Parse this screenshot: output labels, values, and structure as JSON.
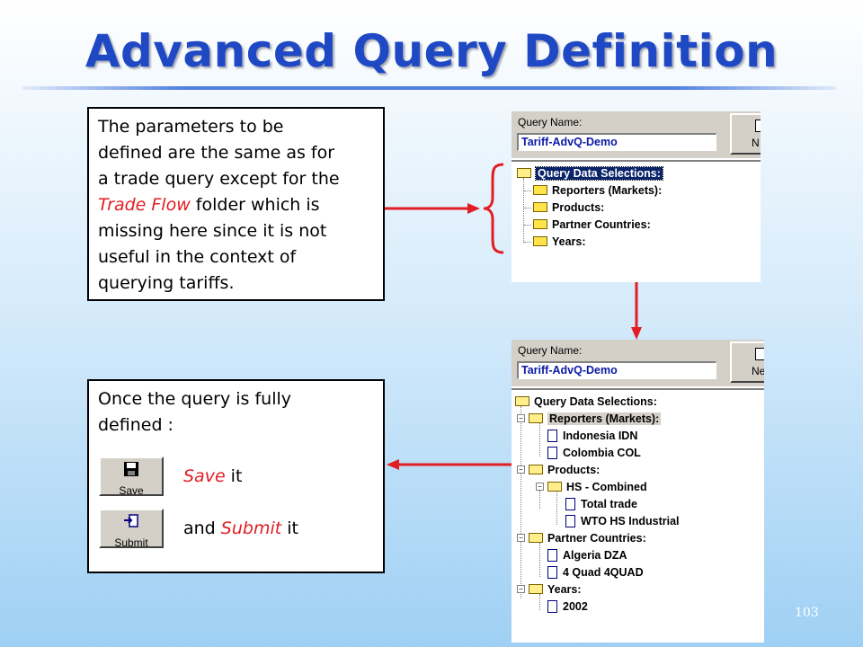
{
  "slide": {
    "title": "Advanced Query Definition",
    "page_number": "103"
  },
  "box1": {
    "line1": "The parameters to be",
    "line2": "defined are the same as for",
    "line3": "a trade query except for the",
    "line4_emph": "Trade Flow",
    "line4_rest": " folder which is",
    "line5": "missing here since it is not",
    "line6": "useful in the context of",
    "line7": "querying tariffs."
  },
  "box2": {
    "line1": "Once the query is fully",
    "line2": "defined :",
    "save_emph": "Save",
    "save_rest": " it",
    "submit_prefix": "and ",
    "submit_emph": "Submit",
    "submit_rest": " it",
    "save_button_label": "Save",
    "submit_button_label": "Submit"
  },
  "panel_top": {
    "query_name_label": "Query Name:",
    "query_name_value": "Tariff-AdvQ-Demo",
    "new_button_label": "N",
    "tree": {
      "root": "Query Data Selections:",
      "reporters": "Reporters (Markets):",
      "products": "Products:",
      "partners": "Partner Countries:",
      "years": "Years:"
    }
  },
  "panel_bottom": {
    "query_name_label": "Query Name:",
    "query_name_value": "Tariff-AdvQ-Demo",
    "new_button_label": "Ne",
    "tree": {
      "root": "Query Data Selections:",
      "reporters": "Reporters (Markets):",
      "reporter_1": "Indonesia  IDN",
      "reporter_2": "Colombia  COL",
      "products": "Products:",
      "hs": "HS - Combined",
      "product_1": "Total trade",
      "product_2": "WTO HS Industrial",
      "partners": "Partner Countries:",
      "partner_1": "Algeria  DZA",
      "partner_2": "4 Quad  4QUAD",
      "years": "Years:",
      "year_1": "2002"
    }
  },
  "colors": {
    "title": "#1f49c4",
    "accent_red": "#e21d23",
    "selection": "#0a246a"
  }
}
